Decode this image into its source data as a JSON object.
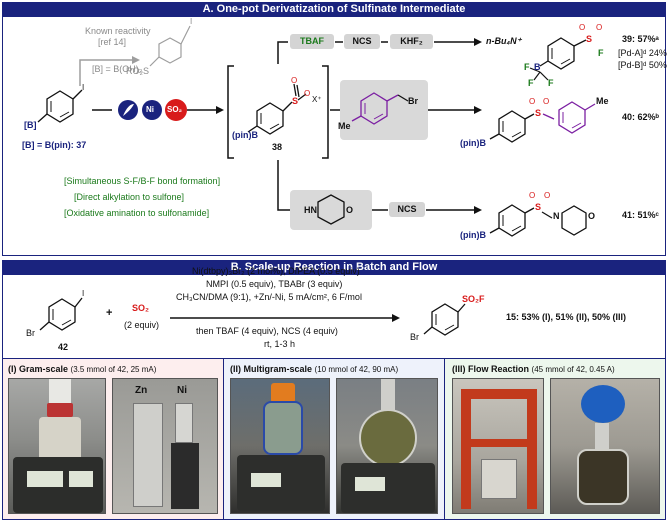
{
  "sectionA": {
    "title": "A. One-pot Derivatization of Sulfinate Intermediate",
    "known": "Known reactivity",
    "ref": "[ref 14]",
    "b_label_top": "[B] = B(OH)₂",
    "b_label_main": "[B] = B(pin): 37",
    "b_atom": "[B]",
    "r_so2": "RO₂S",
    "ni": "Ni",
    "so2": "SO₂",
    "pinb": "(pin)B",
    "x_plus": "X⁺",
    "compound38": "38",
    "steps_top": [
      "TBAF",
      "NCS",
      "KHF₂"
    ],
    "nbu4n": "n-Bu₄N⁺",
    "result39": "39: 57%ᵃ",
    "pda": "[Pd-A]ᵈ 24%",
    "pdb": "[Pd-B]ᵈ 50%",
    "result40": "40: 62%ᵇ",
    "result41": "41: 51%ᶜ",
    "me": "Me",
    "br": "Br",
    "hn": "HN",
    "o": "O",
    "n": "N",
    "s": "S",
    "f": "F",
    "b": "B",
    "ncs": "NCS",
    "bracket_lines": [
      "[Simultaneous S-F/B-F  bond formation]",
      "[Direct alkylation to sulfone]",
      "[Oxidative amination to sulfonamide]"
    ]
  },
  "sectionB": {
    "title": "B. Scale-up Reaction in Batch and Flow",
    "cond1": "Ni(dtbpy)₃Br₂ (2 mol%), DIPEA (0.5 equiv)",
    "cond2": "NMPI (0.5 equiv), TBABr (3 equiv)",
    "cond3": "CH₃CN/DMA (9:1), +Zn/-Ni, 5 mA/cm², 6 F/mol",
    "cond4": "then TBAF (4 equiv), NCS (4 equiv)",
    "cond5": "rt, 1-3 h",
    "plus": "+",
    "so2": "SO₂",
    "so2_equiv": "(2 equiv)",
    "compound42": "42",
    "br": "Br",
    "i": "I",
    "so2f": "SO₂F",
    "result15": "15: 53% (I), 51% (II), 50% (III)"
  },
  "photos": {
    "p1_title": "(I) Gram-scale",
    "p1_detail": "(3.5 mmol of 42, 25 mA)",
    "p2_title": "(II) Multigram-scale",
    "p2_detail": "(10 mmol of 42, 90 mA)",
    "p3_title": "(III) Flow Reaction",
    "p3_detail": "(45 mmol of 42, 0.45 A)",
    "zn": "Zn",
    "ni": "Ni"
  },
  "colors": {
    "navy": "#1a237e",
    "green": "#1b7a1b",
    "purple": "#7b1fa2",
    "red": "#d81b1b"
  }
}
